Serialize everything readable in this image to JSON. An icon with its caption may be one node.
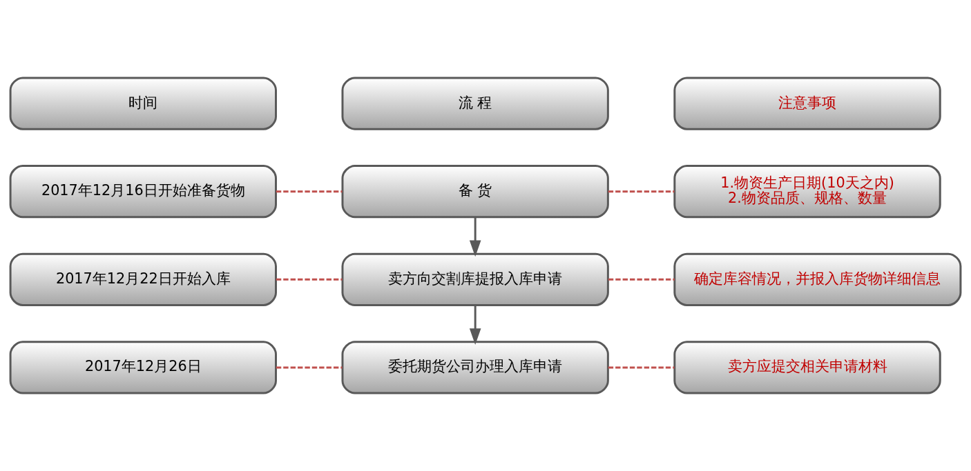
{
  "diagram": {
    "nodes": [
      {
        "text": [
          "时间"
        ]
      },
      {
        "text": [
          "流 程"
        ]
      },
      {
        "text": [
          "注意事项"
        ]
      },
      {
        "text": [
          "2017年12月16日开始准备货物"
        ]
      },
      {
        "text": [
          "备 货"
        ]
      },
      {
        "text": [
          "1.物资生产日期(10天之内)",
          "2.物资品质、规格、数量"
        ]
      },
      {
        "text": [
          "2017年12月22日开始入库"
        ]
      },
      {
        "text": [
          "卖方向交割库提报入库申请"
        ]
      },
      {
        "text": [
          "确定库容情况，并报入库货物详细信息"
        ]
      },
      {
        "text": [
          "2017年12月26日"
        ]
      },
      {
        "text": [
          "委托期货公司办理入库申请"
        ]
      },
      {
        "text": [
          "卖方应提交相关申请材料"
        ]
      }
    ],
    "edges": [
      {
        "from": 3,
        "to": 4,
        "arrow": "none",
        "style": "dashed"
      },
      {
        "from": 4,
        "to": 5,
        "arrow": "none",
        "style": "dashed"
      },
      {
        "from": 4,
        "to": 7,
        "arrow": "to",
        "color": "#595959"
      },
      {
        "from": 6,
        "to": 7,
        "arrow": "none",
        "style": "dashed"
      },
      {
        "from": 7,
        "to": 8,
        "arrow": "none",
        "style": "dashed"
      },
      {
        "from": 7,
        "to": 10,
        "arrow": "to",
        "color": "#595959"
      },
      {
        "from": 9,
        "to": 10,
        "arrow": "none",
        "style": "dashed"
      },
      {
        "from": 10,
        "to": 11,
        "arrow": "none",
        "style": "dashed"
      }
    ]
  }
}
